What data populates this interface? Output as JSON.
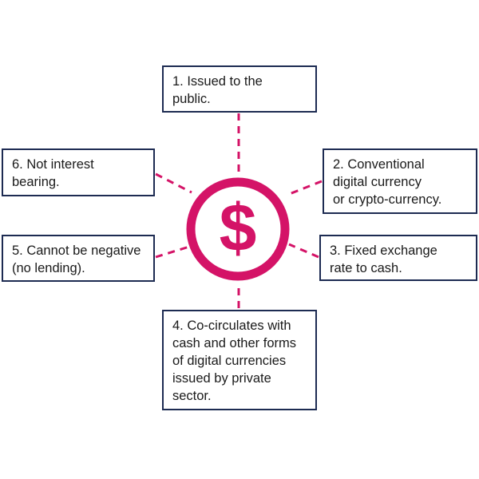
{
  "central_icon": {
    "icon": "dollar-coin-icon",
    "symbol": "$",
    "color": "#d41367"
  },
  "properties": [
    {
      "id": 1,
      "text": "1. Issued to the\npublic."
    },
    {
      "id": 2,
      "text": "2. Conventional\ndigital currency\nor crypto-currency."
    },
    {
      "id": 3,
      "text": "3. Fixed exchange\nrate to cash."
    },
    {
      "id": 4,
      "text": "4. Co-circulates with\ncash and other forms\nof digital currencies\nissued by private\nsector."
    },
    {
      "id": 5,
      "text": "5. Cannot be negative\n(no lending)."
    },
    {
      "id": 6,
      "text": "6. Not interest\nbearing."
    }
  ],
  "colors": {
    "accent": "#d41367",
    "box_border": "#1d2b52",
    "text": "#1a1a1a"
  }
}
